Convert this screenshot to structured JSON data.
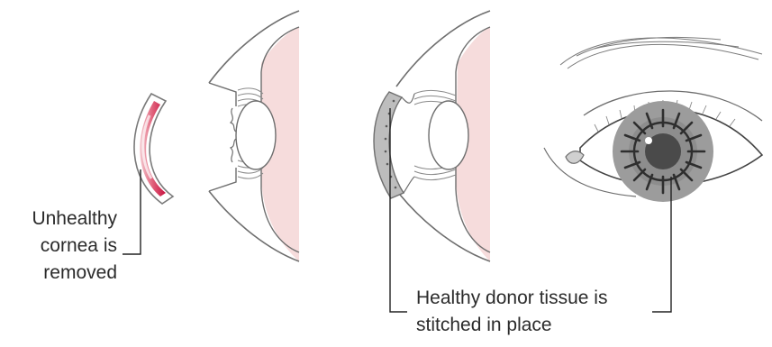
{
  "labels": {
    "removed": {
      "line1": "Unhealthy",
      "line2": "cornea is",
      "line3": "removed"
    },
    "donor": {
      "line1": "Healthy donor tissue is",
      "line2": "stitched in place"
    }
  },
  "colors": {
    "outline": "#6e6e6e",
    "retina_pink": "#f6dcdc",
    "diseased_cornea": "#c8103f",
    "donor_tissue": "#bdbdbd",
    "iris_gray": "#8d8d8d",
    "pupil": "#4a4a4a"
  }
}
